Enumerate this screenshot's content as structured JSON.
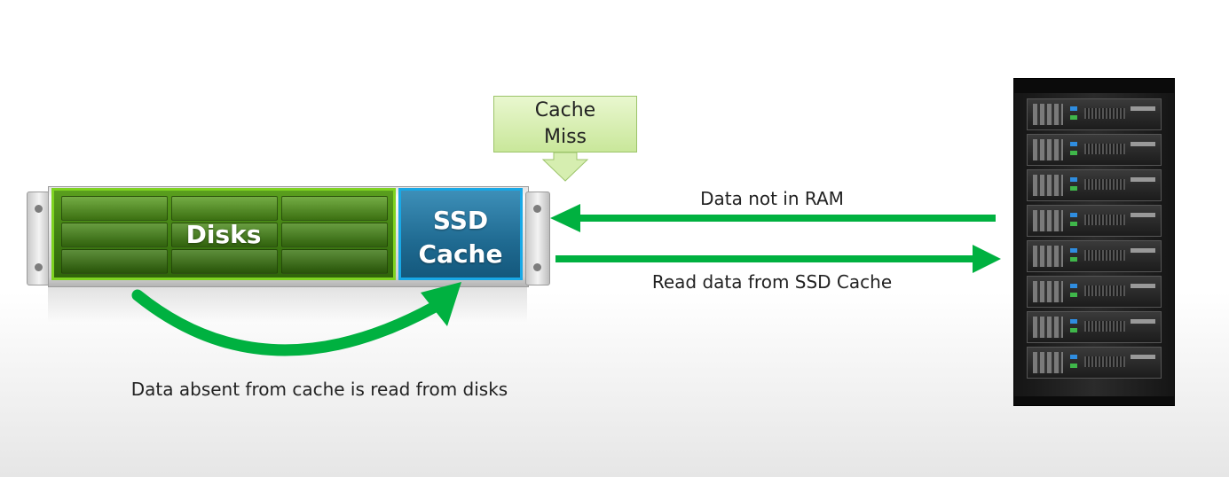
{
  "callout": {
    "lines": [
      "Cache",
      "Miss"
    ]
  },
  "nas": {
    "disks_label": "Disks",
    "ssd_label_line1": "SSD",
    "ssd_label_line2": "Cache"
  },
  "arrows": {
    "to_nas_label": "Data not in RAM",
    "to_rack_label": "Read data from SSD Cache",
    "disk_to_cache_label": "Data absent from cache is read from disks"
  },
  "colors": {
    "arrow_green": "#00b140",
    "disks_fill": "#3f7d12",
    "disks_border": "#7ed321",
    "ssd_fill": "#1f6a91",
    "ssd_border": "#18a8e6",
    "callout_fill": "#d6eeb0"
  }
}
